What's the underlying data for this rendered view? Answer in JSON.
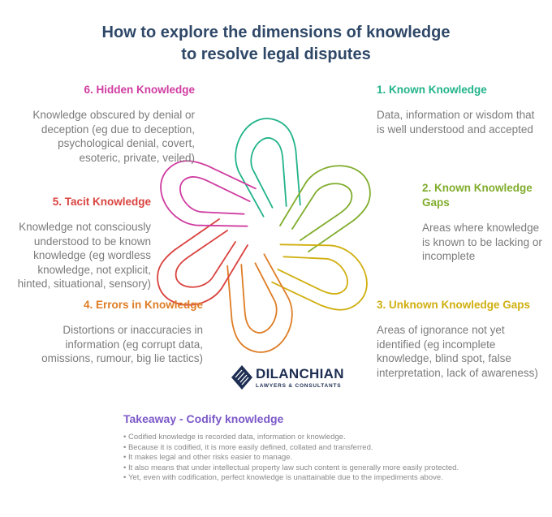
{
  "title_line1": "How to explore the dimensions of knowledge",
  "title_line2": "to resolve legal disputes",
  "dimensions": [
    {
      "heading": "1. Known Knowledge",
      "description": "Data, information or wisdom that is well understood and accepted",
      "color": "#22b38a"
    },
    {
      "heading": "2. Known Knowledge Gaps",
      "description": "Areas where knowledge is known to be lacking or incomplete",
      "color": "#80ad2d"
    },
    {
      "heading": "3. Unknown Knowledge Gaps",
      "description": "Areas of ignorance not yet identified (eg incomplete knowledge, blind spot, false interpretation, lack of awareness)",
      "color": "#d0af10"
    },
    {
      "heading": "4. Errors in Knowledge",
      "description": "Distortions or inaccuracies in information (eg corrupt data, omissions, rumour, big lie tactics)",
      "color": "#de7d25"
    },
    {
      "heading": "5. Tacit Knowledge",
      "description": "Knowledge not consciously understood to be known knowledge (eg wordless knowledge, not explicit, hinted, situational, sensory)",
      "color": "#d9433f"
    },
    {
      "heading": "6. Hidden Knowledge",
      "description": "Knowledge obscured by denial or deception (eg due to deception, psychological denial, covert, esoteric, private, veiled)",
      "color": "#cf3ca0"
    }
  ],
  "logo": {
    "name": "DILANCHIAN",
    "tagline": "LAWYERS & CONSULTANTS"
  },
  "takeaway": {
    "title": "Takeaway - Codify knowledge",
    "points": [
      "Codified knowledge is recorded data, information or knowledge.",
      "Because it is codified, it is more easily defined, collated and transferred.",
      "It makes legal and other risks easier to manage.",
      "It also means that under intellectual property law such content is generally more easily protected.",
      "Yet, even with codification, perfect knowledge is unattainable due to the impediments above."
    ]
  }
}
